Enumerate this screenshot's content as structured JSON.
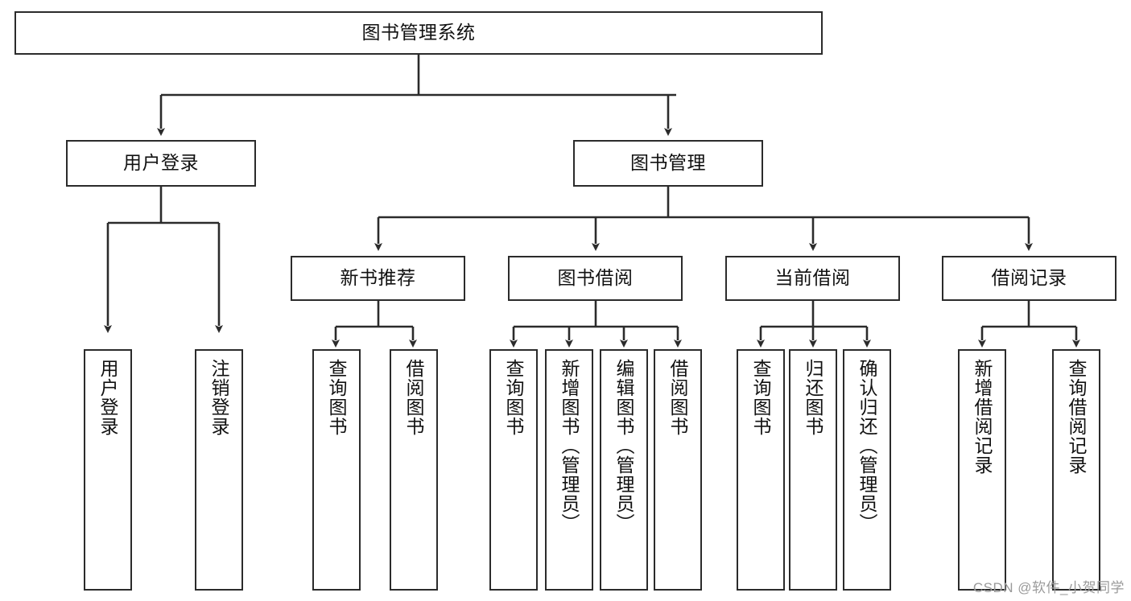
{
  "diagram": {
    "type": "tree",
    "title": "图书管理系统",
    "watermark": "CSDN @软件_小贺同学",
    "colors": {
      "box_border": "#2b2b2b",
      "box_fill": "#ffffff",
      "edge": "#2b2b2b",
      "text": "#111111",
      "watermark": "#9a9a9a"
    },
    "nodes": {
      "root": {
        "label": "图书管理系统",
        "level": 0
      },
      "l1": [
        {
          "id": "user_login",
          "label": "用户登录"
        },
        {
          "id": "book_manage",
          "label": "图书管理"
        }
      ],
      "l2": [
        {
          "id": "new_book_rec",
          "label": "新书推荐",
          "parent": "book_manage"
        },
        {
          "id": "book_borrow",
          "label": "图书借阅",
          "parent": "book_manage"
        },
        {
          "id": "current_borrow",
          "label": "当前借阅",
          "parent": "book_manage"
        },
        {
          "id": "borrow_record",
          "label": "借阅记录",
          "parent": "book_manage"
        }
      ],
      "leaves": [
        {
          "id": "leaf_user_login",
          "label": "用户登录",
          "parent": "user_login"
        },
        {
          "id": "leaf_user_logout",
          "label": "注销登录",
          "parent": "user_login"
        },
        {
          "id": "leaf_rec_query",
          "label": "查询图书",
          "parent": "new_book_rec"
        },
        {
          "id": "leaf_rec_borrow",
          "label": "借阅图书",
          "parent": "new_book_rec"
        },
        {
          "id": "leaf_borrow_query",
          "label": "查询图书",
          "parent": "book_borrow"
        },
        {
          "id": "leaf_borrow_add",
          "label": "新增图书（管理员）",
          "parent": "book_borrow"
        },
        {
          "id": "leaf_borrow_edit",
          "label": "编辑图书（管理员）",
          "parent": "book_borrow"
        },
        {
          "id": "leaf_borrow_take",
          "label": "借阅图书",
          "parent": "book_borrow"
        },
        {
          "id": "leaf_cur_query",
          "label": "查询图书",
          "parent": "current_borrow"
        },
        {
          "id": "leaf_cur_return",
          "label": "归还图书",
          "parent": "current_borrow"
        },
        {
          "id": "leaf_cur_confirm",
          "label": "确认归还（管理员）",
          "parent": "current_borrow"
        },
        {
          "id": "leaf_rec_add",
          "label": "新增借阅记录",
          "parent": "borrow_record"
        },
        {
          "id": "leaf_rec_search",
          "label": "查询借阅记录",
          "parent": "borrow_record"
        }
      ]
    }
  }
}
